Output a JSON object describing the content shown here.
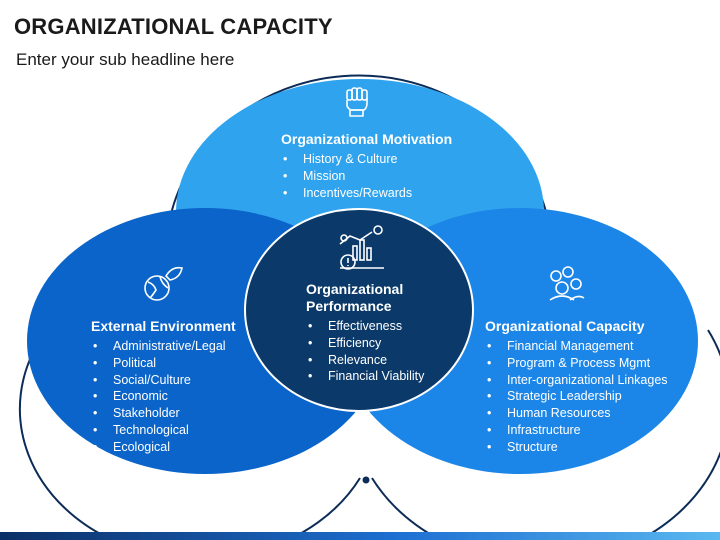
{
  "header": {
    "title": "ORGANIZATIONAL CAPACITY",
    "subtitle": "Enter your sub headline here"
  },
  "colors": {
    "top_circle": "#2fa3ee",
    "left_circle": "#0b64c9",
    "right_circle": "#1c86e8",
    "center_circle": "#0b3a6a",
    "outline": "#0c2c57"
  },
  "sections": {
    "motivation": {
      "icon": "raised-fist-icon",
      "title": "Organizational Motivation",
      "items": [
        "History & Culture",
        "Mission",
        "Incentives/Rewards"
      ]
    },
    "performance": {
      "icon": "performance-chart-icon",
      "title_line1": "Organizational",
      "title_line2": "Performance",
      "items": [
        "Effectiveness",
        "Efficiency",
        "Relevance",
        "Financial Viability"
      ]
    },
    "environment": {
      "icon": "globe-leaf-icon",
      "title": "External Environment",
      "items": [
        "Administrative/Legal",
        "Political",
        "Social/Culture",
        "Economic",
        "Stakeholder",
        "Technological",
        "Ecological"
      ]
    },
    "capacity": {
      "icon": "team-people-icon",
      "title": "Organizational Capacity",
      "items": [
        "Financial Management",
        "Program & Process Mgmt",
        "Inter-organizational Linkages",
        "Strategic Leadership",
        "Human Resources",
        "Infrastructure",
        "Structure"
      ]
    }
  }
}
